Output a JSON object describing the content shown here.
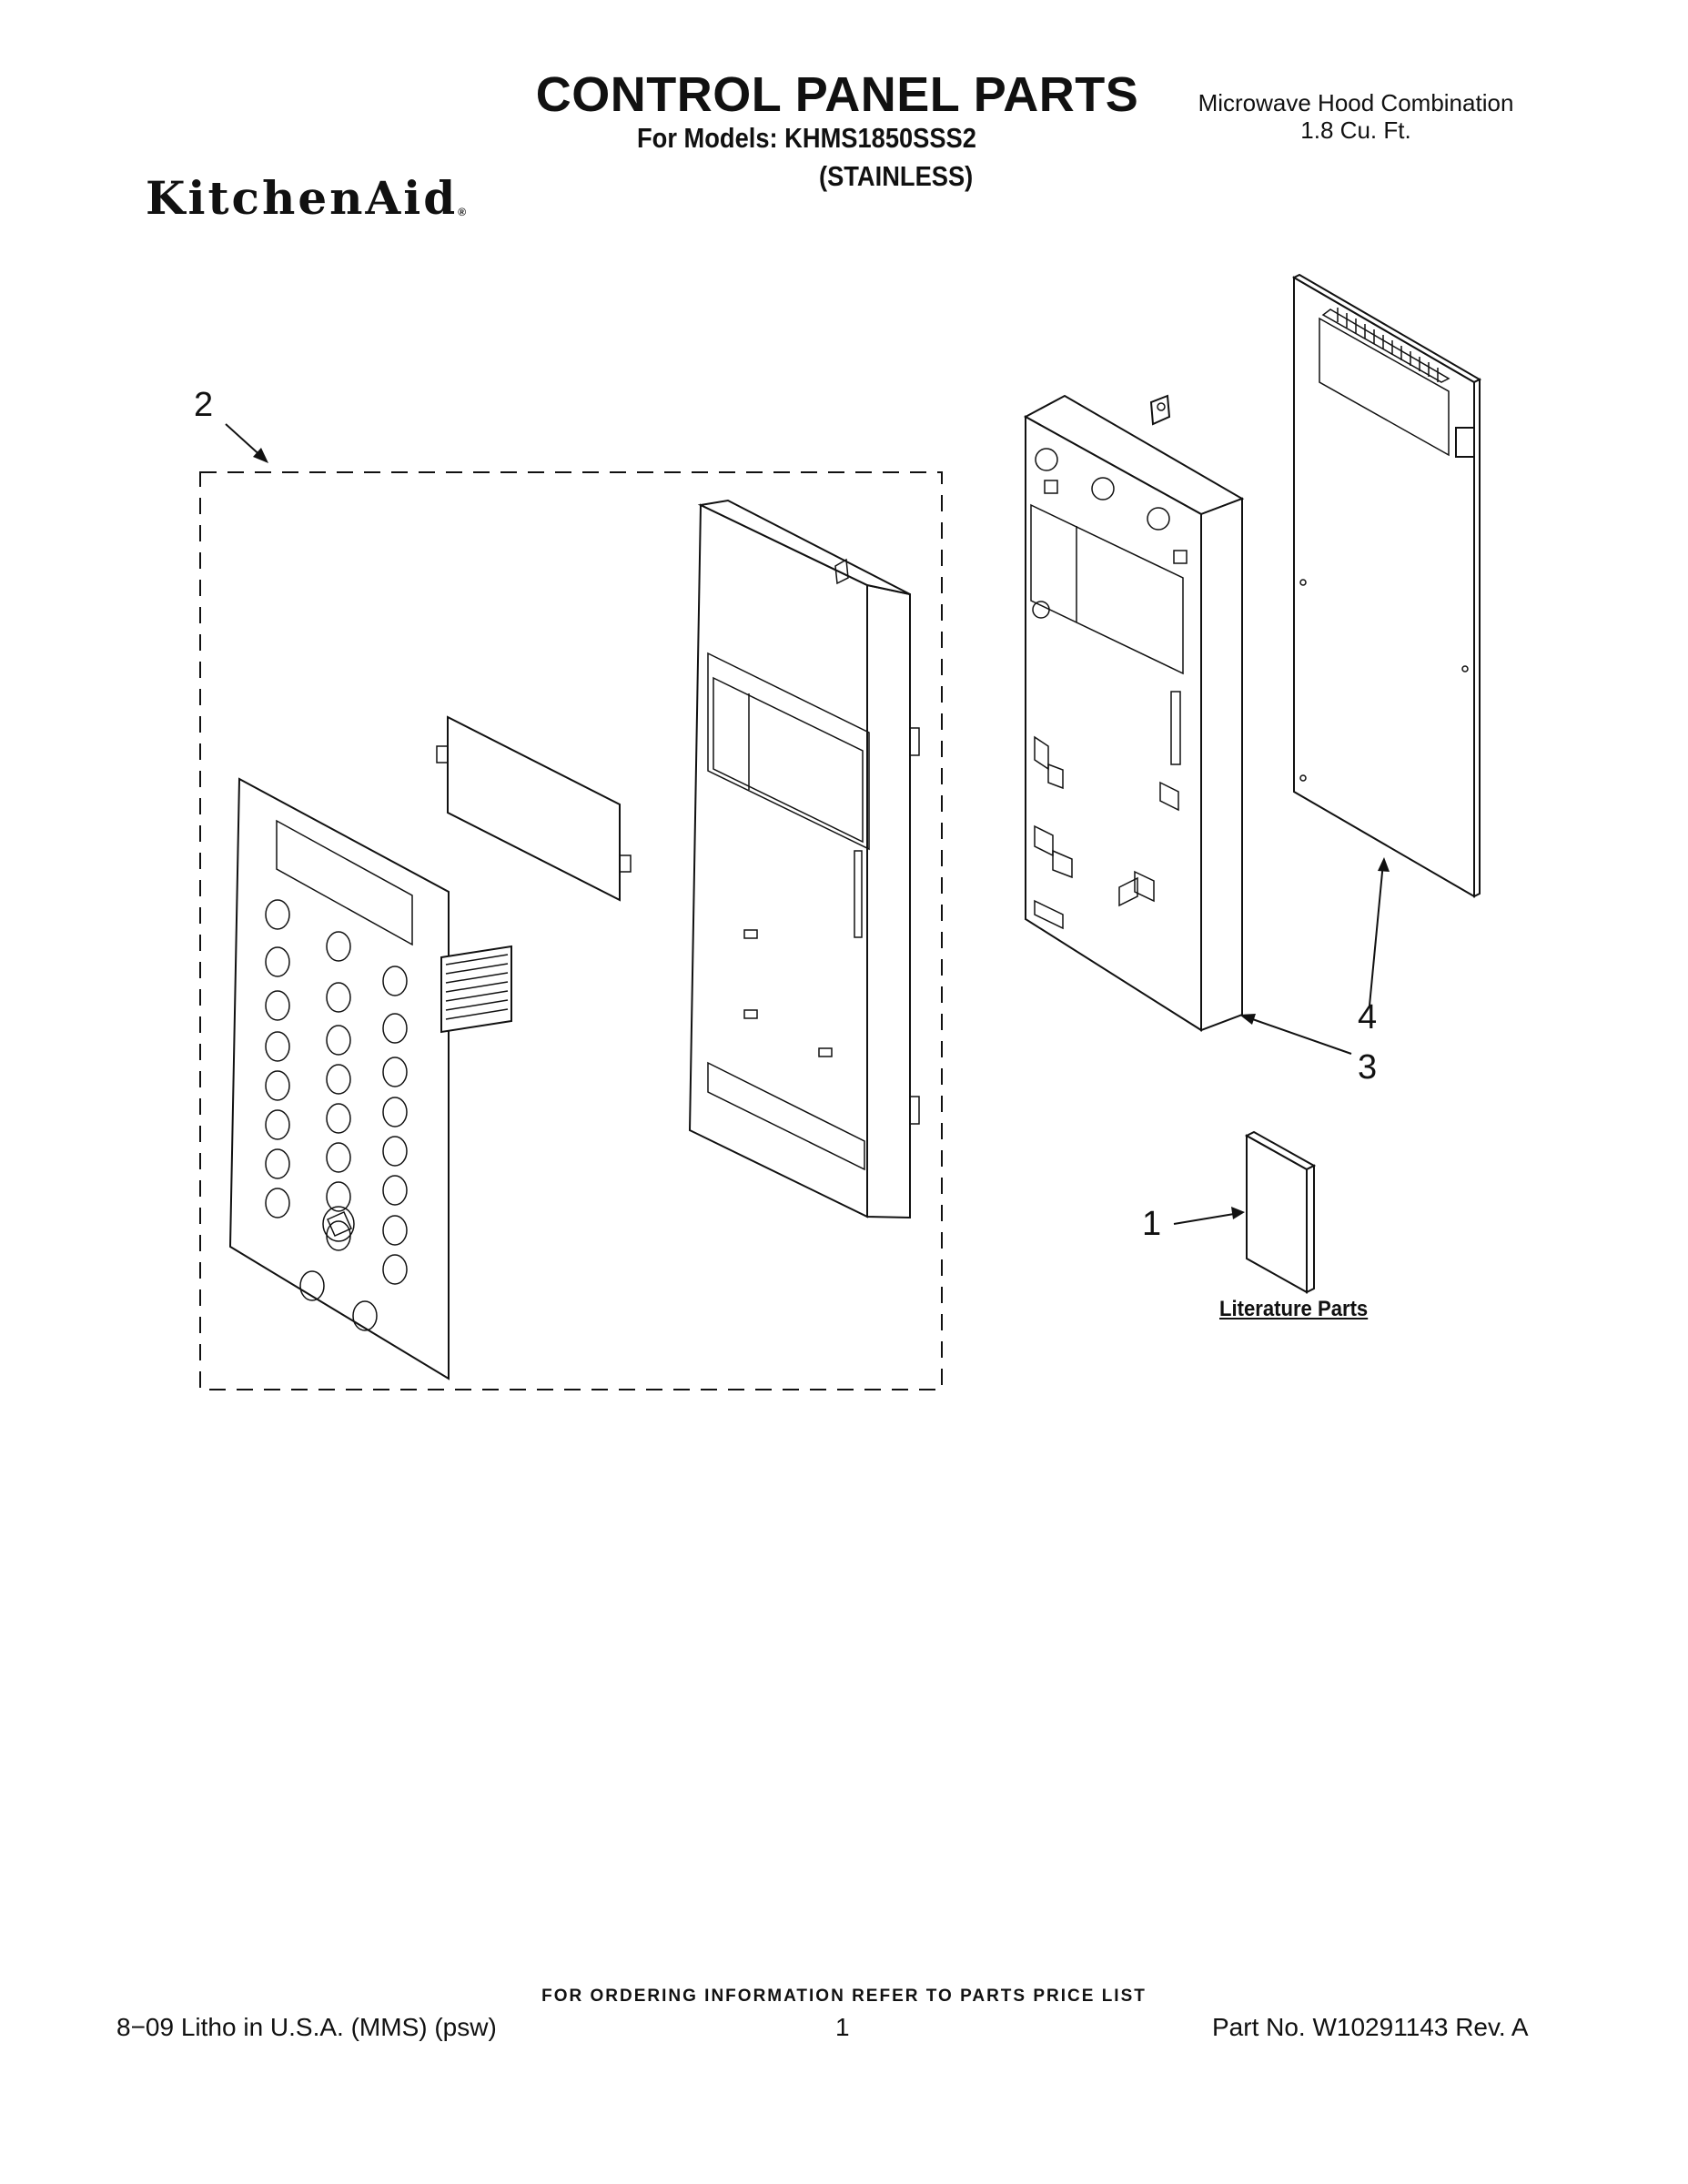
{
  "header": {
    "title": "CONTROL PANEL PARTS",
    "models_line": "For Models: KHMS1850SSS2",
    "variant": "(STAINLESS)",
    "product_line1": "Microwave Hood Combination",
    "product_line2": "1.8 Cu. Ft.",
    "brand": "KitchenAid",
    "brand_mark": "®"
  },
  "callouts": {
    "c1": "1",
    "c2": "2",
    "c3": "3",
    "c4": "4"
  },
  "literature_label": "Literature Parts",
  "footer": {
    "ordering": "FOR ORDERING INFORMATION REFER TO PARTS PRICE LIST",
    "litho": "8−09 Litho in U.S.A. (MMS) (psw)",
    "page": "1",
    "part_no": "Part No. W10291143 Rev. A"
  }
}
